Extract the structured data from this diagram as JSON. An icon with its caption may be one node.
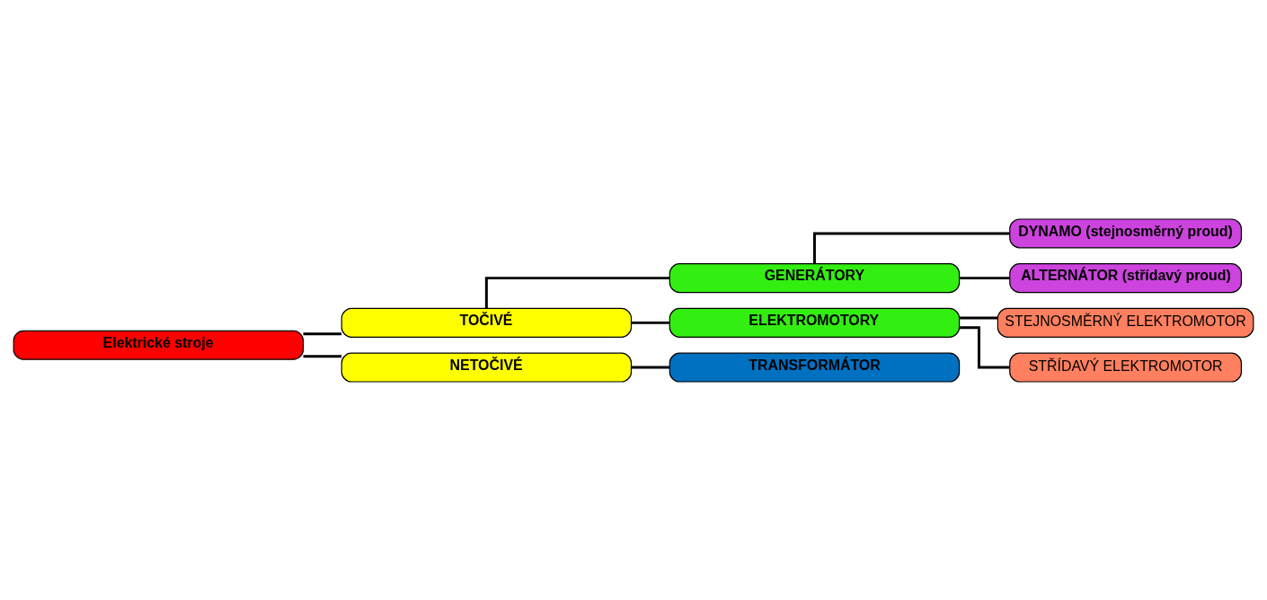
{
  "diagram": {
    "nodes": [
      {
        "text": [
          "Elektrické stroje"
        ]
      },
      {
        "text": [
          "TOČIVÉ"
        ]
      },
      {
        "text": [
          "GENERÁTORY"
        ]
      },
      {
        "text": [
          "DYNAMO (stejnosměrný proud)"
        ]
      },
      {
        "text": [
          "ALTERNÁTOR (střídavý proud)"
        ]
      },
      {
        "text": [
          "ELEKTROMOTORY"
        ]
      },
      {
        "text": [
          "STEJNOSMĚRNÝ ELEKTROMOTOR"
        ]
      },
      {
        "text": [
          "STŘÍDAVÝ ELEKTROMOTOR"
        ]
      },
      {
        "text": [
          "NETOČIVÉ"
        ]
      },
      {
        "text": [
          "TRANSFORMÁTOR"
        ]
      }
    ],
    "edges": [
      {
        "from": 0,
        "to": 1,
        "arrow": "none"
      },
      {
        "from": 1,
        "to": 2,
        "arrow": "none"
      },
      {
        "from": 2,
        "to": 3,
        "arrow": "none"
      },
      {
        "from": 2,
        "to": 4,
        "arrow": "none"
      },
      {
        "from": 1,
        "to": 5,
        "arrow": "none"
      },
      {
        "from": 5,
        "to": 6,
        "arrow": "none"
      },
      {
        "from": 5,
        "to": 7,
        "arrow": "none"
      },
      {
        "from": 0,
        "to": 8,
        "arrow": "none"
      },
      {
        "from": 8,
        "to": 9,
        "arrow": "none"
      }
    ]
  }
}
